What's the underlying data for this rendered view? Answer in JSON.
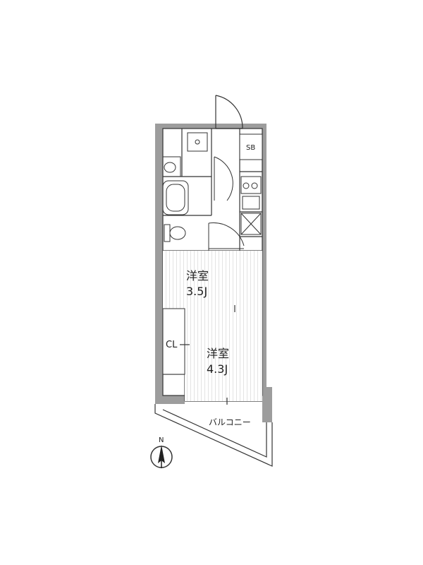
{
  "rooms": [
    {
      "name": "洋室",
      "size": "3.5J"
    },
    {
      "name": "洋室",
      "size": "4.3J"
    }
  ],
  "labels": {
    "shoe_box": "SB",
    "closet": "CL",
    "balcony": "バルコニー",
    "north": "N"
  },
  "colors": {
    "wall": "#9a9a9a",
    "line": "#333333",
    "floor_stripe": "#e2e2e2"
  }
}
